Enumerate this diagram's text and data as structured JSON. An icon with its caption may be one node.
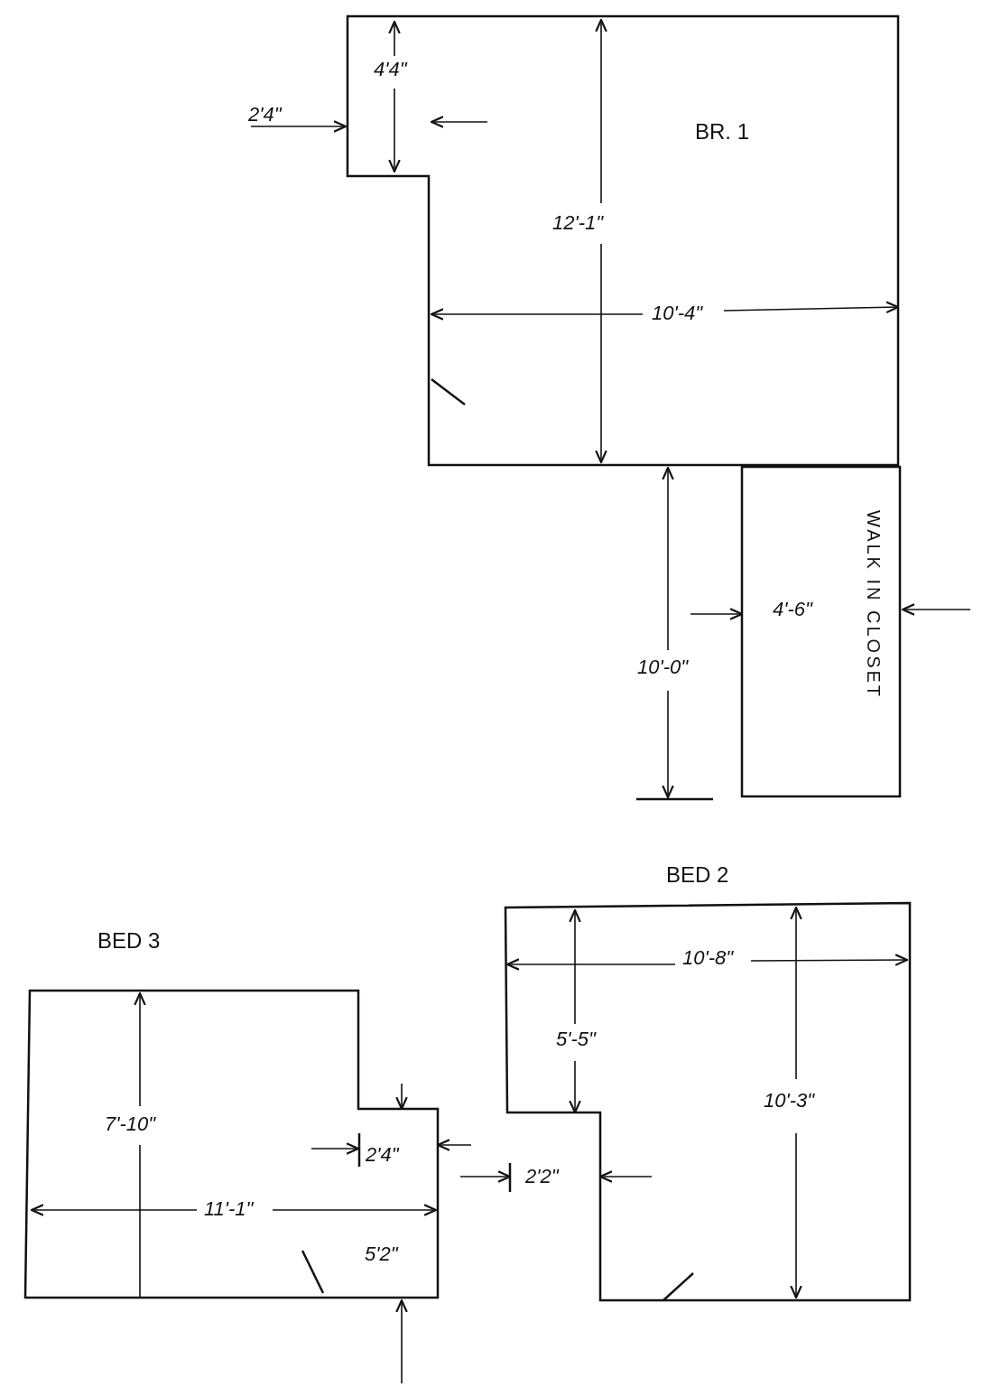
{
  "diagram": {
    "nodes": [
      {
        "text": [
          "BR. 1"
        ]
      },
      {
        "text": [
          "WALK IN CLOSET"
        ]
      },
      {
        "text": [
          "BED 3"
        ]
      },
      {
        "text": [
          "BED 2"
        ]
      }
    ],
    "labels": [
      "4'4\"",
      "2'4\"",
      "12'-1\"",
      "10'-4\"",
      "4'-6\"",
      "10'-0\"",
      "10'-8\"",
      "5'-5\"",
      "10'-3\"",
      "7'-10\"",
      "2'4\"",
      "2'2\"",
      "11'-1\"",
      "5'2\""
    ]
  }
}
